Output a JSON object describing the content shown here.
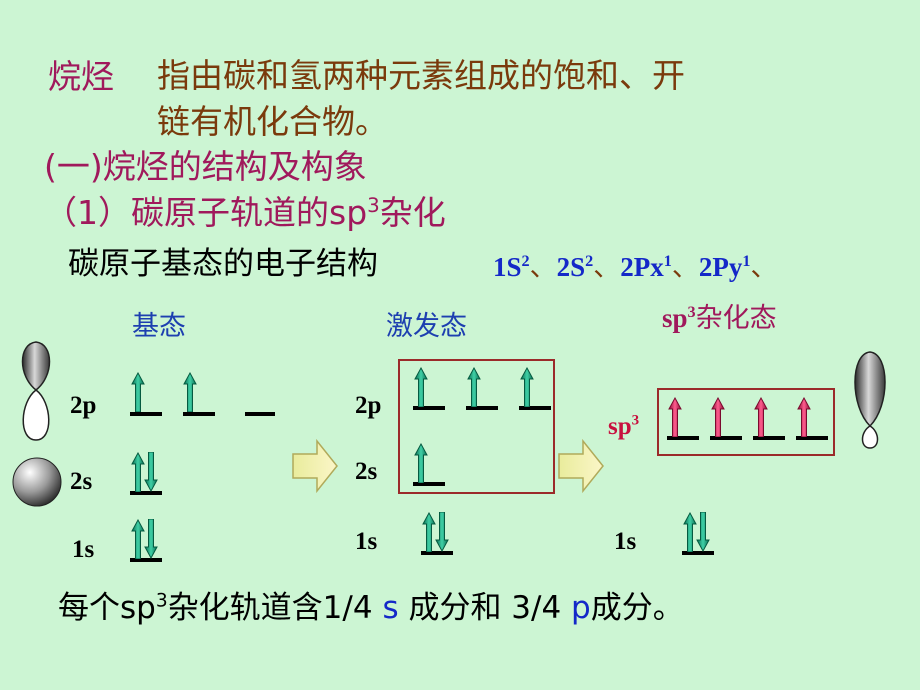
{
  "slide": {
    "alkane_label": "烷烃",
    "definition_line1": "指由碳和氢两种元素组成的饱和、开",
    "definition_line2": "链有机化合物。",
    "heading1": "(一)烷烃的结构及构象",
    "heading2_prefix": "（1）碳原子轨道的sp",
    "heading2_sup": "3",
    "heading2_suffix": "杂化",
    "ground_text": "碳原子基态的电子结构",
    "config": {
      "s1": "1S",
      "s1_sup": "2",
      "s2": "2S",
      "s2_sup": "2",
      "p1": "2Px",
      "p1_sup": "1",
      "p2": "2Py",
      "p2_sup": "1",
      "sep": "、"
    },
    "states": {
      "ground": "基态",
      "excited": "激发态",
      "sp3_prefix": "sp",
      "sp3_sup": "3",
      "sp3_suffix": "杂化态"
    },
    "levels": {
      "p2": "2p",
      "s2": "2s",
      "s1": "1s",
      "sp3": "sp",
      "sp3_sup": "3"
    },
    "footer": {
      "a": "每个sp",
      "a_sup": "3",
      "b": "杂化轨道含1/4 ",
      "s": "s",
      "c": " 成分和 3/4 ",
      "p": "p",
      "d": "成分。"
    },
    "colors": {
      "background": "#ccf5d3",
      "arrow_green": "#14a07a",
      "arrow_red": "#d81e5b",
      "box_border": "#9b2a2a"
    }
  }
}
